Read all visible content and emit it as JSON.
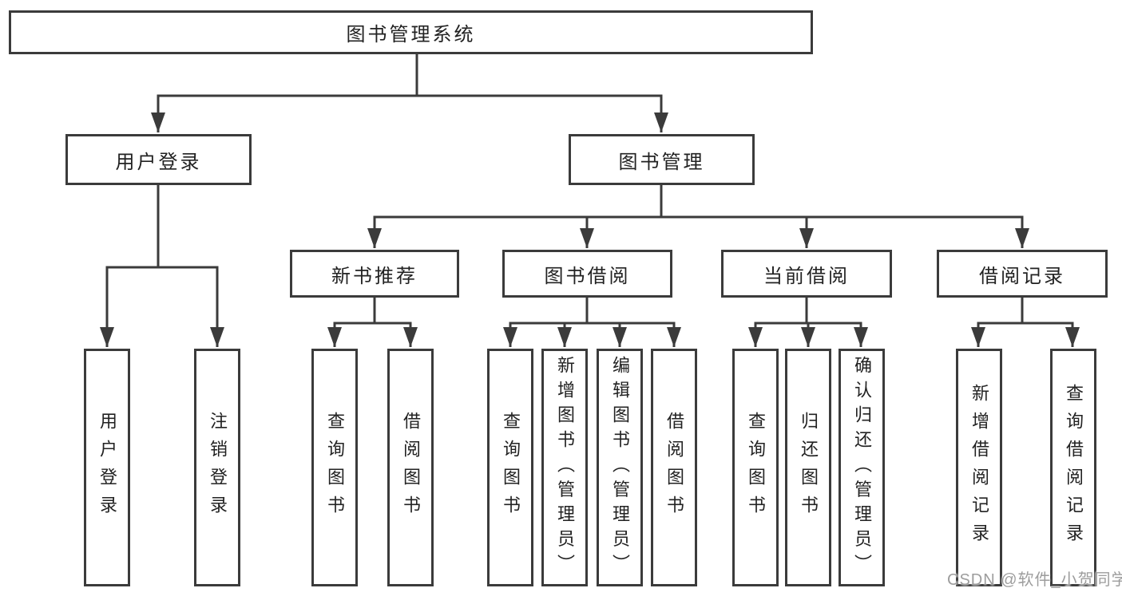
{
  "watermark": "CSDN @软件_小贺同学",
  "colors": {
    "line": "#3b3b3b",
    "text": "#222222",
    "watermark": "#989898",
    "background": "#ffffff"
  },
  "root": {
    "label": "图书管理系统"
  },
  "branches": {
    "user_login": {
      "label": "用户登录",
      "leaves": {
        "login": "用户登录",
        "logout": "注销登录"
      }
    },
    "book_mgmt": {
      "label": "图书管理",
      "sections": {
        "new_book_rec": {
          "label": "新书推荐",
          "leaves": {
            "query_book": "查询图书",
            "borrow_book": "借阅图书"
          }
        },
        "book_borrow": {
          "label": "图书借阅",
          "leaves": {
            "query_book": "查询图书",
            "add_book": "新增图书（管理员）",
            "edit_book": "编辑图书（管理员）",
            "borrow_book": "借阅图书"
          }
        },
        "current_borrow": {
          "label": "当前借阅",
          "leaves": {
            "query_book": "查询图书",
            "return_book": "归还图书",
            "confirm_return": "确认归还（管理员）"
          }
        },
        "borrow_records": {
          "label": "借阅记录",
          "leaves": {
            "add_record": "新增借阅记录",
            "query_record": "查询借阅记录"
          }
        }
      }
    }
  }
}
